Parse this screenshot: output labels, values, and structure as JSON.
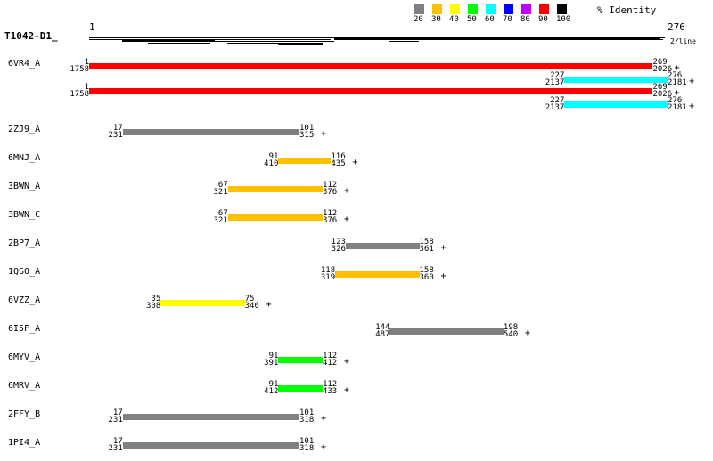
{
  "query": {
    "name": "T1042-D1_",
    "start": 1,
    "end": 276,
    "lines_label": "2/line"
  },
  "legend": {
    "title": "% Identity",
    "items": [
      {
        "label": "20",
        "color": "#808080"
      },
      {
        "label": "30",
        "color": "#ffc000"
      },
      {
        "label": "40",
        "color": "#ffff00"
      },
      {
        "label": "50",
        "color": "#00ff00"
      },
      {
        "label": "60",
        "color": "#00ffff"
      },
      {
        "label": "70",
        "color": "#0000ff"
      },
      {
        "label": "80",
        "color": "#c000ff"
      },
      {
        "label": "90",
        "color": "#ff0000"
      },
      {
        "label": "100",
        "color": "#000000"
      }
    ]
  },
  "hits": [
    {
      "name": "6VR4_A",
      "alignments": [
        {
          "qs": 1,
          "qe": 269,
          "ts": 1758,
          "te": 2026,
          "strand": "+",
          "color": "#ff0000"
        },
        {
          "qs": 227,
          "qe": 276,
          "ts": 2137,
          "te": 2181,
          "strand": "+",
          "color": "#00ffff"
        },
        {
          "qs": 1,
          "qe": 269,
          "ts": 1758,
          "te": 2026,
          "strand": "+",
          "color": "#ff0000"
        },
        {
          "qs": 227,
          "qe": 276,
          "ts": 2137,
          "te": 2181,
          "strand": "+",
          "color": "#00ffff"
        }
      ]
    },
    {
      "name": "2ZJ9_A",
      "alignments": [
        {
          "qs": 17,
          "qe": 101,
          "ts": 231,
          "te": 315,
          "strand": "+",
          "color": "#808080"
        }
      ]
    },
    {
      "name": "6MNJ_A",
      "alignments": [
        {
          "qs": 91,
          "qe": 116,
          "ts": 410,
          "te": 435,
          "strand": "+",
          "color": "#ffc000"
        }
      ]
    },
    {
      "name": "3BWN_A",
      "alignments": [
        {
          "qs": 67,
          "qe": 112,
          "ts": 321,
          "te": 376,
          "strand": "+",
          "color": "#ffc000"
        }
      ]
    },
    {
      "name": "3BWN_C",
      "alignments": [
        {
          "qs": 67,
          "qe": 112,
          "ts": 321,
          "te": 376,
          "strand": "+",
          "color": "#ffc000"
        }
      ]
    },
    {
      "name": "2BP7_A",
      "alignments": [
        {
          "qs": 123,
          "qe": 158,
          "ts": 326,
          "te": 361,
          "strand": "+",
          "color": "#808080"
        }
      ]
    },
    {
      "name": "1QS0_A",
      "alignments": [
        {
          "qs": 118,
          "qe": 158,
          "ts": 319,
          "te": 360,
          "strand": "+",
          "color": "#ffc000"
        }
      ]
    },
    {
      "name": "6VZZ_A",
      "alignments": [
        {
          "qs": 35,
          "qe": 75,
          "ts": 308,
          "te": 346,
          "strand": "+",
          "color": "#ffff00"
        }
      ]
    },
    {
      "name": "6I5F_A",
      "alignments": [
        {
          "qs": 144,
          "qe": 198,
          "ts": 487,
          "te": 540,
          "strand": "+",
          "color": "#808080"
        }
      ]
    },
    {
      "name": "6MYV_A",
      "alignments": [
        {
          "qs": 91,
          "qe": 112,
          "ts": 391,
          "te": 412,
          "strand": "+",
          "color": "#00ff00"
        }
      ]
    },
    {
      "name": "6MRV_A",
      "alignments": [
        {
          "qs": 91,
          "qe": 112,
          "ts": 412,
          "te": 433,
          "strand": "+",
          "color": "#00ff00"
        }
      ]
    },
    {
      "name": "2FFY_B",
      "alignments": [
        {
          "qs": 17,
          "qe": 101,
          "ts": 231,
          "te": 318,
          "strand": "+",
          "color": "#808080"
        }
      ]
    },
    {
      "name": "1PI4_A",
      "alignments": [
        {
          "qs": 17,
          "qe": 101,
          "ts": 231,
          "te": 318,
          "strand": "+",
          "color": "#808080"
        }
      ]
    }
  ]
}
